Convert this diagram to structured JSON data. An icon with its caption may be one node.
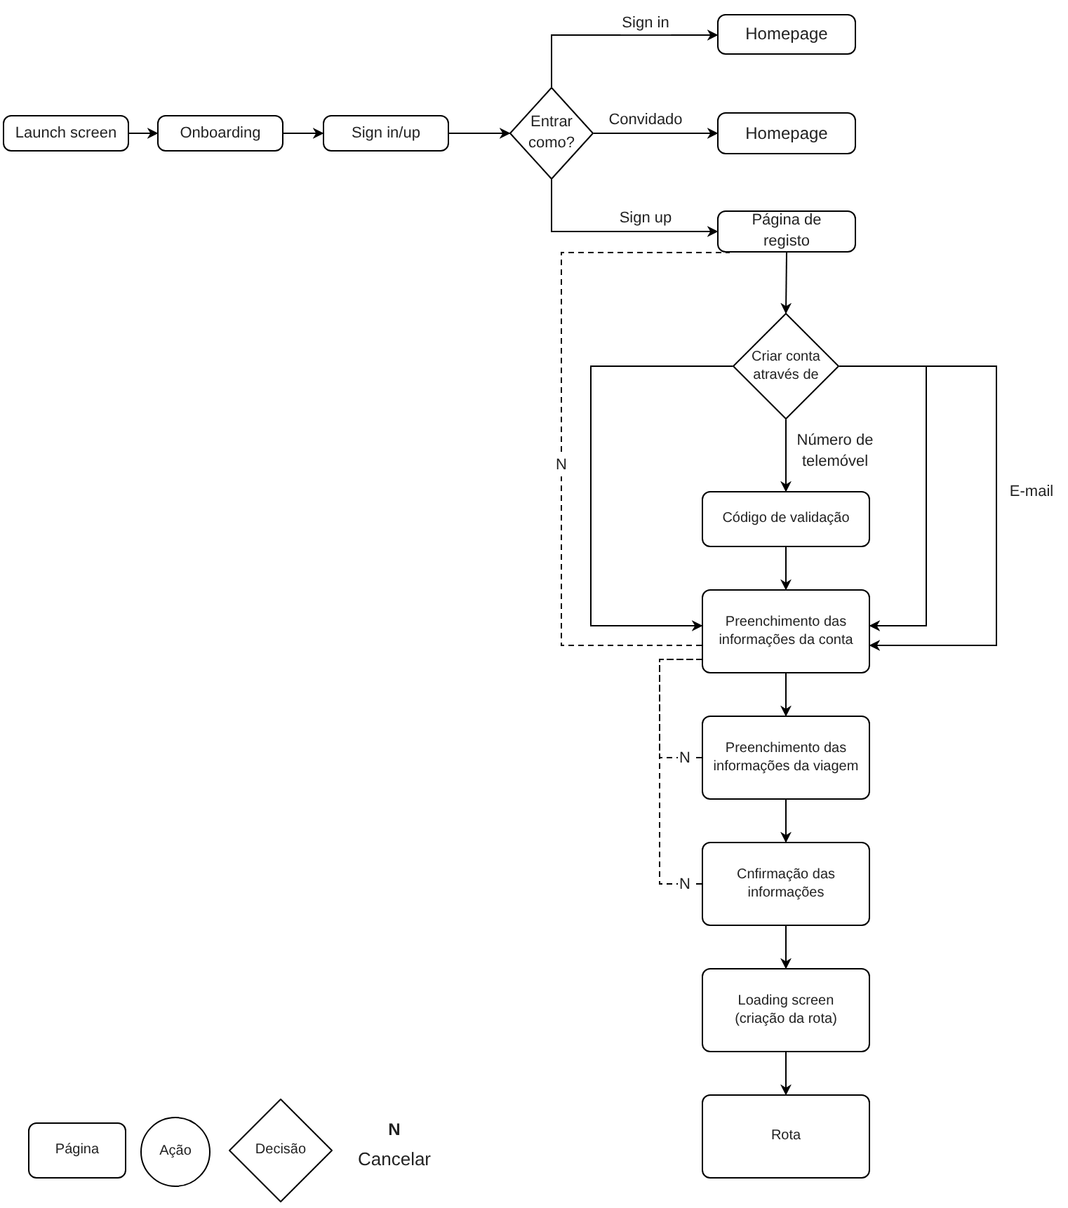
{
  "diagram": {
    "nodes": [
      {
        "text": [
          "Launch screen"
        ]
      },
      {
        "text": [
          "Onboarding"
        ]
      },
      {
        "text": [
          "Sign in/up"
        ]
      },
      {
        "text": [
          "Entrar como?"
        ]
      },
      {
        "text": [
          "Homepage"
        ]
      },
      {
        "text": [
          "Homepage"
        ]
      },
      {
        "text": [
          "Página de registo"
        ]
      },
      {
        "text": [
          "Criar conta através de"
        ]
      },
      {
        "text": [
          "Código de validação"
        ]
      },
      {
        "text": [
          "Preenchimento das informações da conta"
        ]
      },
      {
        "text": [
          "Preenchimento das informações da viagem"
        ]
      },
      {
        "text": [
          "Cnfirmação das informações"
        ]
      },
      {
        "text": [
          "Loading screen (criação da rota)"
        ]
      },
      {
        "text": [
          "Rota"
        ]
      },
      {
        "text": [
          "Página"
        ]
      },
      {
        "text": [
          "Ação"
        ]
      },
      {
        "text": [
          "Decisão"
        ]
      }
    ],
    "edges": [
      {
        "from": 0,
        "to": 1,
        "arrow": "to"
      },
      {
        "from": 1,
        "to": 2,
        "arrow": "to"
      },
      {
        "from": 2,
        "to": 3,
        "arrow": "to"
      },
      {
        "from": 3,
        "to": 4,
        "arrow": "to",
        "label": "Sign in"
      },
      {
        "from": 3,
        "to": 5,
        "arrow": "to",
        "label": "Convidado"
      },
      {
        "from": 3,
        "to": 6,
        "arrow": "to",
        "label": "Sign up"
      },
      {
        "from": 6,
        "to": 7,
        "arrow": "to"
      },
      {
        "from": 7,
        "to": 9,
        "arrow": "to"
      },
      {
        "from": 7,
        "to": 8,
        "arrow": "to",
        "label": "Número de telemóvel"
      },
      {
        "from": 7,
        "to": 9,
        "arrow": "to"
      },
      {
        "from": 7,
        "to": 9,
        "arrow": "to",
        "label": "E-mail"
      },
      {
        "from": 8,
        "to": 9,
        "arrow": "to"
      },
      {
        "from": 9,
        "to": 6,
        "arrow": "none",
        "style": "dashed",
        "label": "N"
      },
      {
        "from": 10,
        "to": 9,
        "arrow": "none",
        "style": "dashed",
        "label": "N"
      },
      {
        "from": 11,
        "to": 9,
        "arrow": "none",
        "style": "dashed",
        "label": "N"
      },
      {
        "from": 9,
        "to": 10,
        "arrow": "to"
      },
      {
        "from": 10,
        "to": 11,
        "arrow": "to"
      },
      {
        "from": 11,
        "to": 12,
        "arrow": "to"
      },
      {
        "from": 12,
        "to": 13,
        "arrow": "to"
      }
    ],
    "labels": [
      "N",
      "Cancelar"
    ]
  }
}
